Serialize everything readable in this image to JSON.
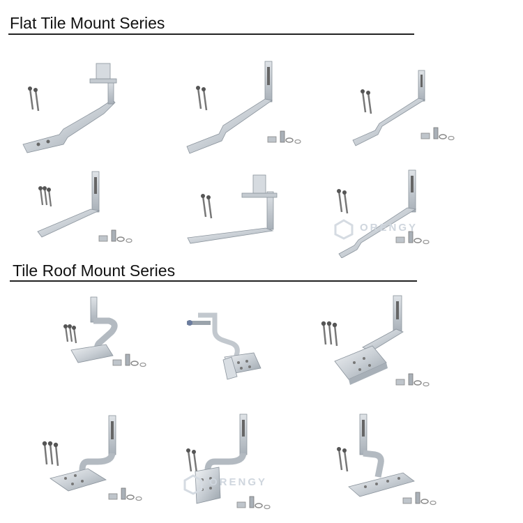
{
  "sections": [
    {
      "title": "Flat Tile Mount Series"
    },
    {
      "title": "Tile Roof Mount Series"
    }
  ],
  "watermark": {
    "text": "ORENGY"
  },
  "colors": {
    "metal_light": "#e4e8ec",
    "metal_mid": "#b9c0c7",
    "metal_dark": "#8a939c",
    "rule": "#222222"
  },
  "products": {
    "flat_tile": [
      "flat-hook-1",
      "flat-hook-2",
      "flat-hook-3",
      "flat-hook-4",
      "flat-hook-5",
      "flat-hook-6"
    ],
    "tile_roof": [
      "tile-hook-1",
      "tile-hook-2",
      "tile-hook-3",
      "tile-hook-4",
      "tile-hook-5",
      "tile-hook-6"
    ]
  }
}
